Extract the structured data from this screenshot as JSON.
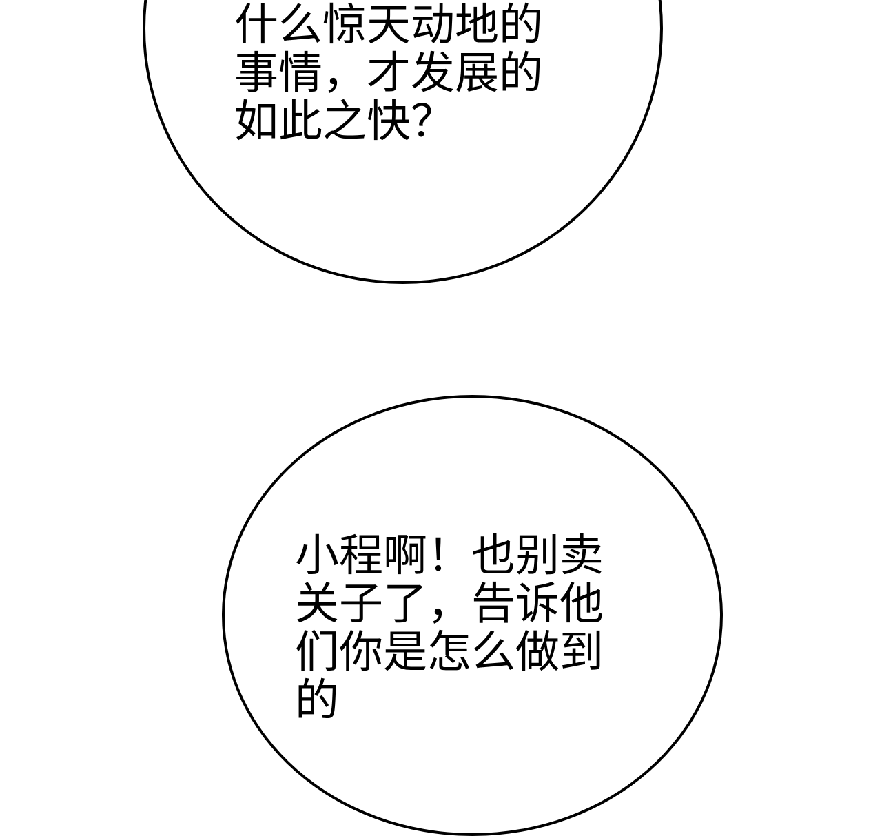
{
  "bubbles": [
    {
      "lines": [
        "什么惊天动地的",
        "事情，才发展的",
        "如此之快？"
      ]
    },
    {
      "lines": [
        "小程啊！也别卖",
        "关子了，告诉他",
        "们你是怎么做到",
        "的"
      ]
    }
  ]
}
